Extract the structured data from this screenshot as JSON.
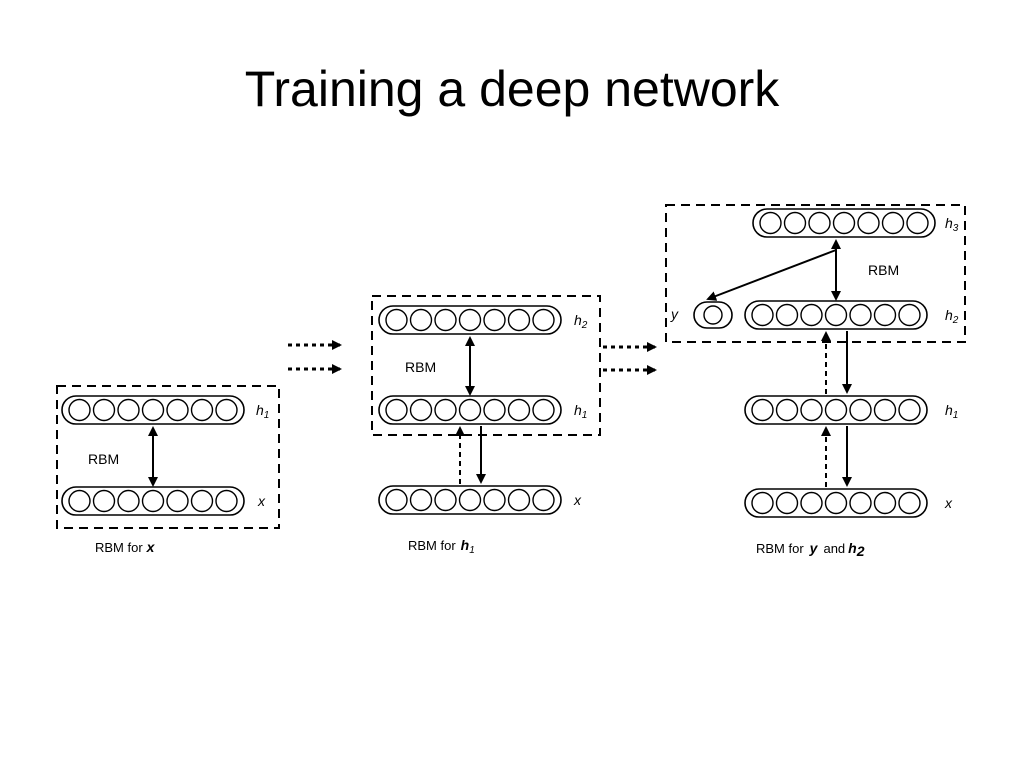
{
  "slide": {
    "title": "Training a deep network"
  },
  "stages": [
    {
      "rbm_label": "RBM",
      "layer_labels": [
        "h",
        "1",
        "x"
      ],
      "caption_prefix": "RBM for",
      "caption_var": "x"
    },
    {
      "rbm_label": "RBM",
      "layer_labels": [
        "h",
        "2",
        "h",
        "1",
        "x"
      ],
      "caption_prefix": "RBM for",
      "caption_var": "h",
      "caption_sub": "1"
    },
    {
      "rbm_label": "RBM",
      "layer_labels": [
        "h",
        "3",
        "y",
        "h",
        "2",
        "h",
        "1",
        "x"
      ],
      "caption_prefix": "RBM for",
      "caption_var": "y",
      "caption_mid": "and",
      "caption_var2": "h",
      "caption_var2_sub": "2"
    }
  ]
}
